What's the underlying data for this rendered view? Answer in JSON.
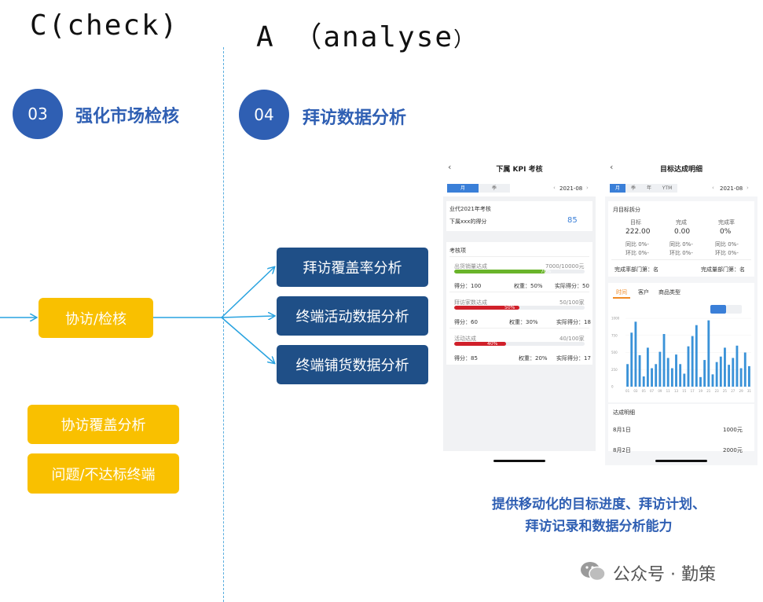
{
  "headings": {
    "check": "C(check)",
    "analyse_main": "A （analyse",
    "analyse_paren": "）"
  },
  "sections": [
    {
      "num": "03",
      "label": "强化市场检核"
    },
    {
      "num": "04",
      "label": "拜访数据分析"
    }
  ],
  "left_boxes": {
    "main": "协访/检核",
    "b1": "协访覆盖分析",
    "b2": "问题/不达标终端"
  },
  "right_boxes": [
    "拜访覆盖率分析",
    "终端活动数据分析",
    "终端铺货数据分析"
  ],
  "caption": {
    "line1": "提供移动化的目标进度、拜访计划、",
    "line2": "拜访记录和数据分析能力"
  },
  "watermark": "公众号 · 勤策",
  "colors": {
    "accent_blue": "#2f5fb3",
    "yellow": "#f9c000",
    "dark_blue": "#1f4f87",
    "divider": "#5aaedf",
    "arrow": "#29a3e0"
  },
  "phone1": {
    "title": "下属 KPI 考核",
    "tab_month": "月",
    "tab_quarter": "季",
    "date": "2021-08",
    "card_title": "业代2021年考核",
    "score_label": "下属xxx的得分",
    "score": "85",
    "items_title": "考核项",
    "items": [
      {
        "name": "出货销量达成",
        "value": "7000/10000元",
        "pct_label": "70%",
        "pct": 0.7,
        "color": "#6ab42a",
        "score": "得分：100",
        "weight": "权重：50%",
        "real": "实际得分：50"
      },
      {
        "name": "拜访家数达成",
        "value": "50/100家",
        "pct_label": "50%",
        "pct": 0.5,
        "color": "#d0202a",
        "score": "得分：60",
        "weight": "权重：30%",
        "real": "实际得分：18"
      },
      {
        "name": "活动达成",
        "value": "40/100家",
        "pct_label": "40%",
        "pct": 0.4,
        "color": "#d0202a",
        "score": "得分：85",
        "weight": "权重：20%",
        "real": "实际得分：17"
      }
    ]
  },
  "phone2": {
    "title": "目标达成明细",
    "tabs": [
      "月",
      "季",
      "年",
      "YTM"
    ],
    "date": "2021-08",
    "split_title": "月目标拆分",
    "col_headers": [
      "目标",
      "完成",
      "完成率"
    ],
    "col_values": [
      "222.00",
      "0.00",
      "0%"
    ],
    "yoy": [
      "同比 0%-",
      "同比 0%-",
      "同比 0%-"
    ],
    "mom": [
      "环比 0%-",
      "环比 0%-",
      "环比 0%-"
    ],
    "rank_left": "完成率部门第：名",
    "rank_right": "完成量部门第：名",
    "subtabs": [
      "时间",
      "客户",
      "商品类型"
    ],
    "detail_title": "达成明细",
    "rows": [
      {
        "date": "8月1日",
        "amount": "1000元"
      },
      {
        "date": "8月2日",
        "amount": "2000元"
      }
    ]
  },
  "chart_data": {
    "type": "bar",
    "ylim": [
      0,
      1000
    ],
    "y_ticks": [
      "1000",
      "750",
      "500",
      "250",
      "0"
    ],
    "x_ticks": [
      "01",
      "03",
      "05",
      "07",
      "09",
      "11",
      "13",
      "15",
      "17",
      "19",
      "21",
      "23",
      "25",
      "27",
      "29",
      "31"
    ],
    "values": [
      330,
      790,
      950,
      460,
      150,
      570,
      270,
      330,
      510,
      770,
      420,
      270,
      470,
      330,
      190,
      590,
      740,
      900,
      140,
      390,
      970,
      180,
      360,
      440,
      570,
      320,
      420,
      600,
      270,
      500,
      300
    ]
  }
}
